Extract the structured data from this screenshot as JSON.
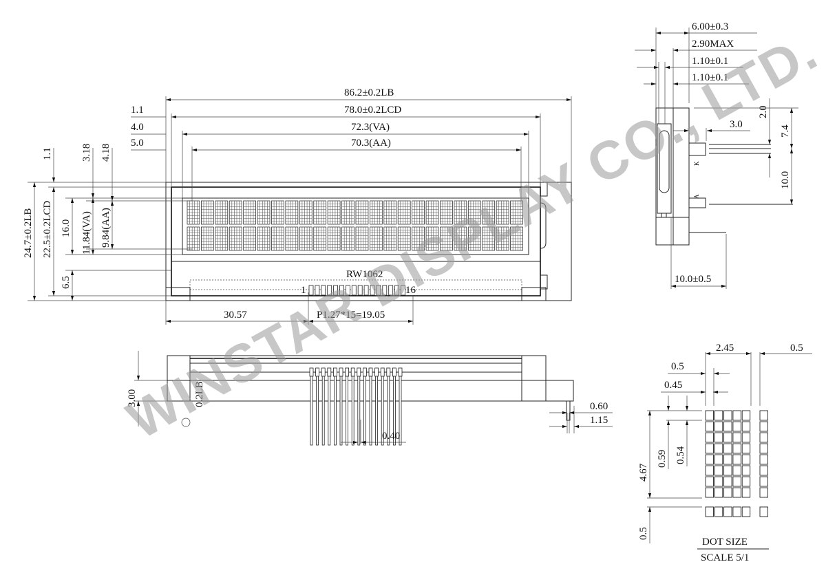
{
  "watermark": "WINSTAR DISPLAY CO., LTD.",
  "front_view": {
    "controller_label": "RW1062",
    "pin_first": "1",
    "pin_last": "16",
    "characters_per_row": 24,
    "rows": 2,
    "dims": {
      "overall_width": "86.2±0.2LB",
      "lcd_width": "78.0±0.2LCD",
      "va_width": "72.3(VA)",
      "aa_width": "70.3(AA)",
      "left_1_1": "1.1",
      "left_4_0": "4.0",
      "left_5_0": "5.0",
      "top_1_1": "1.1",
      "top_3_18": "3.18",
      "top_4_18": "4.18",
      "overall_height": "24.7±0.2LB",
      "lcd_height": "22.5±0.2LCD",
      "height_16": "16.0",
      "va_height": "11.84(VA)",
      "aa_height": "9.84(AA)",
      "bottom_6_5": "6.5",
      "pin1_offset": "30.57",
      "pin_pitch": "P1.27*15=19.05"
    }
  },
  "bottom_view": {
    "dims": {
      "thickness": "3.00",
      "tolerance": "0.2LB",
      "pin_width": "0.40",
      "pin_a": "0.60",
      "pin_b": "1.15"
    }
  },
  "side_view": {
    "pin_k": "K",
    "pin_a": "A",
    "dims": {
      "total_thickness": "6.00±0.3",
      "max": "2.90MAX",
      "t1": "1.10±0.1",
      "t2": "1.10±0.1",
      "pin_len": "3.0",
      "d2_0": "2.0",
      "d7_4": "7.4",
      "d10_0": "10.0",
      "bottom": "10.0±0.5"
    }
  },
  "dot_size": {
    "title": "DOT SIZE",
    "scale": "SCALE 5/1",
    "dims": {
      "char_width": "2.45",
      "gap": "0.5",
      "pitch_x": "0.5",
      "dot_w": "0.45",
      "char_height": "4.67",
      "pitch_y": "0.59",
      "dot_h": "0.54",
      "cursor_gap": "0.5"
    }
  }
}
